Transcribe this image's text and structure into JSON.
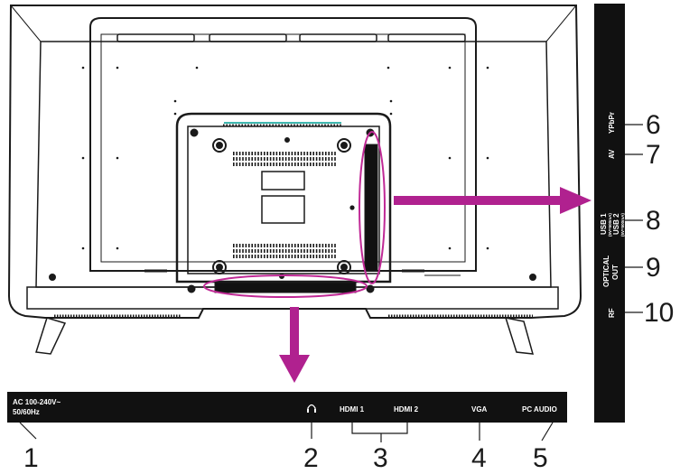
{
  "colors": {
    "accent": "#b0218f",
    "outline": "#1a1a1a",
    "panel": "#111111",
    "vent": "#222222",
    "ring": "#c02a96"
  },
  "bottom_panel": {
    "ac_line1": "AC 100-240V~",
    "ac_line2": "50/60Hz",
    "headphone_icon": "headphone-icon",
    "hdmi1": "HDMI 1",
    "hdmi2": "HDMI 2",
    "vga": "VGA",
    "pc_audio": "PC AUDIO"
  },
  "side_panel": {
    "ypbpr": "YPbPr",
    "av": "AV",
    "usb1": "USB 1",
    "usb1_spec": "(5V=500mA)",
    "usb2": "USB 2",
    "usb2_spec": "(5V=500mA)",
    "optical_line1": "OPTICAL",
    "optical_line2": "OUT",
    "rf": "RF"
  },
  "callouts": {
    "c1": "1",
    "c2": "2",
    "c3": "3",
    "c4": "4",
    "c5": "5",
    "c6": "6",
    "c7": "7",
    "c8": "8",
    "c9": "9",
    "c10": "10"
  }
}
